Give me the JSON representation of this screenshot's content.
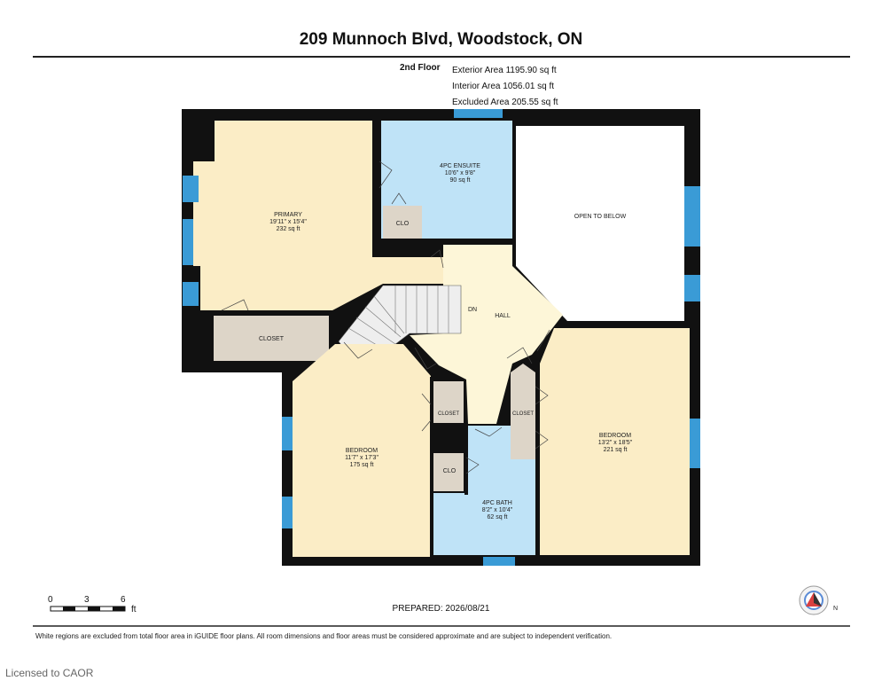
{
  "header": {
    "title": "209 Munnoch Blvd, Woodstock, ON",
    "floor_label": "2nd Floor",
    "exterior_area": "Exterior Area 1195.90 sq ft",
    "interior_area": "Interior Area 1056.01 sq ft",
    "excluded_area": "Excluded Area 205.55 sq ft"
  },
  "rooms": {
    "primary": {
      "name": "PRIMARY",
      "dims": "19'11\" x 15'4\"",
      "area": "232 sq ft"
    },
    "ensuite": {
      "name": "4PC ENSUITE",
      "dims": "10'6\" x 9'8\"",
      "area": "90 sq ft"
    },
    "open_to_below": {
      "name": "OPEN TO BELOW"
    },
    "hall": {
      "name": "HALL"
    },
    "stairs_dn": "DN",
    "closet_primary": "CLOSET",
    "clo_ensuite": "CLO",
    "bedroom_left": {
      "name": "BEDROOM",
      "dims": "11'7\" x 17'3\"",
      "area": "175 sq ft"
    },
    "closet_left": "CLOSET",
    "clo_bath": "CLO",
    "bath": {
      "name": "4PC BATH",
      "dims": "8'2\" x 10'4\"",
      "area": "62 sq ft"
    },
    "closet_right": "CLOSET",
    "bedroom_right": {
      "name": "BEDROOM",
      "dims": "13'2\" x 18'5\"",
      "area": "221 sq ft"
    }
  },
  "scale_bar": {
    "ticks": [
      "0",
      "3",
      "6"
    ],
    "unit": "ft"
  },
  "compass": {
    "label": "N"
  },
  "footer": {
    "prepared": "PREPARED: 2026/08/21",
    "disclaimer": "White regions are excluded from total floor area in iGUIDE floor plans. All room dimensions and floor areas must be considered approximate and are subject to independent verification.",
    "license": "Licensed to CAOR"
  },
  "colors": {
    "wall": "#111111",
    "bedroom_fill": "#fbedc6",
    "hall_fill": "#fdf6d8",
    "bath_fill": "#bfe3f7",
    "closet_fill": "#ddd5c8",
    "window": "#3a9bd6",
    "open_fill": "#ffffff"
  }
}
